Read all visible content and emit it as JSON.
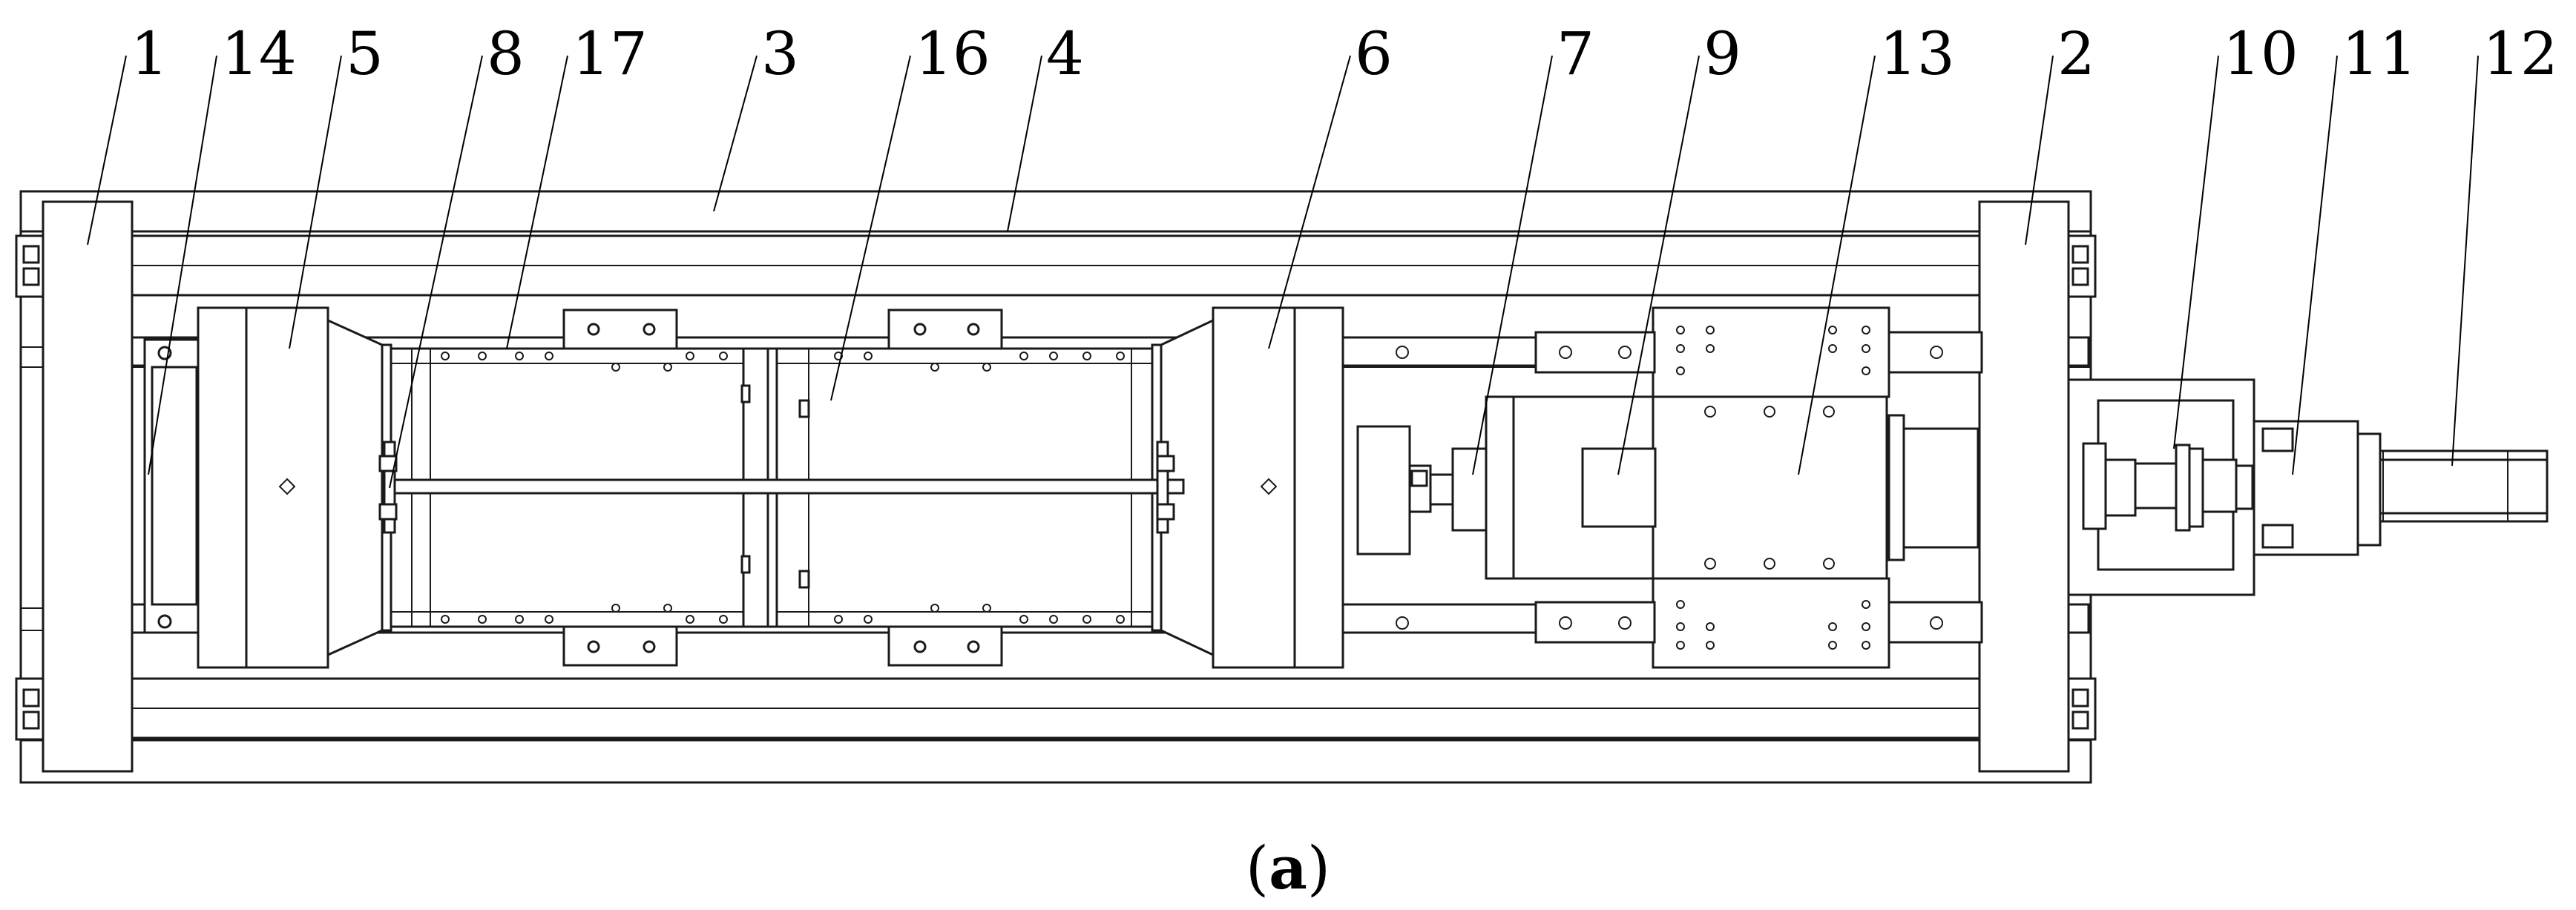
{
  "figure": {
    "caption": {
      "open": "(",
      "letter": "a",
      "close": ")"
    },
    "callouts": [
      {
        "label": "1"
      },
      {
        "label": "14"
      },
      {
        "label": "5"
      },
      {
        "label": "8"
      },
      {
        "label": "17"
      },
      {
        "label": "3"
      },
      {
        "label": "16"
      },
      {
        "label": "4"
      },
      {
        "label": "6"
      },
      {
        "label": "7"
      },
      {
        "label": "9"
      },
      {
        "label": "13"
      },
      {
        "label": "2"
      },
      {
        "label": "10"
      },
      {
        "label": "11"
      },
      {
        "label": "12"
      }
    ]
  }
}
